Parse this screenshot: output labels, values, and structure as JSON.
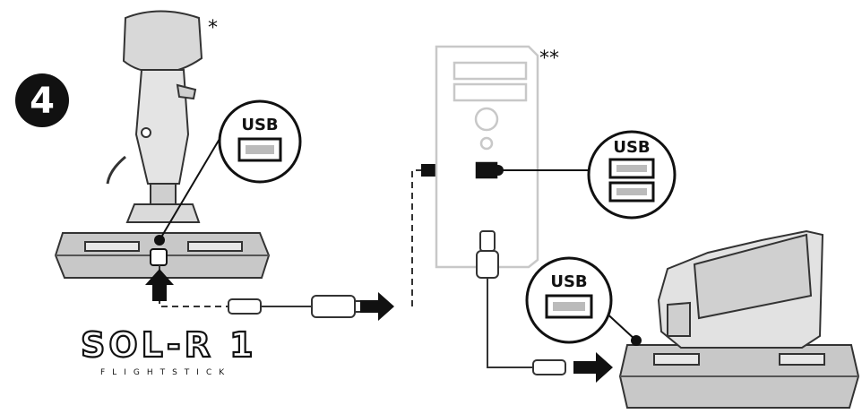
{
  "step": {
    "number": "4"
  },
  "marks": {
    "joystick_note": "*",
    "pc_note": "**"
  },
  "callouts": {
    "joystick_port": "USB",
    "pc_port": "USB",
    "throttle_port": "USB"
  },
  "brand": {
    "logo_text": "SOL-R 1",
    "tagline": "FLIGHTSTICK"
  },
  "colors": {
    "ink": "#111111",
    "line": "#222222",
    "light_gray": "#d8d8d8",
    "mid_gray": "#b5b5b5",
    "pc_stroke": "#c8c8c8"
  }
}
